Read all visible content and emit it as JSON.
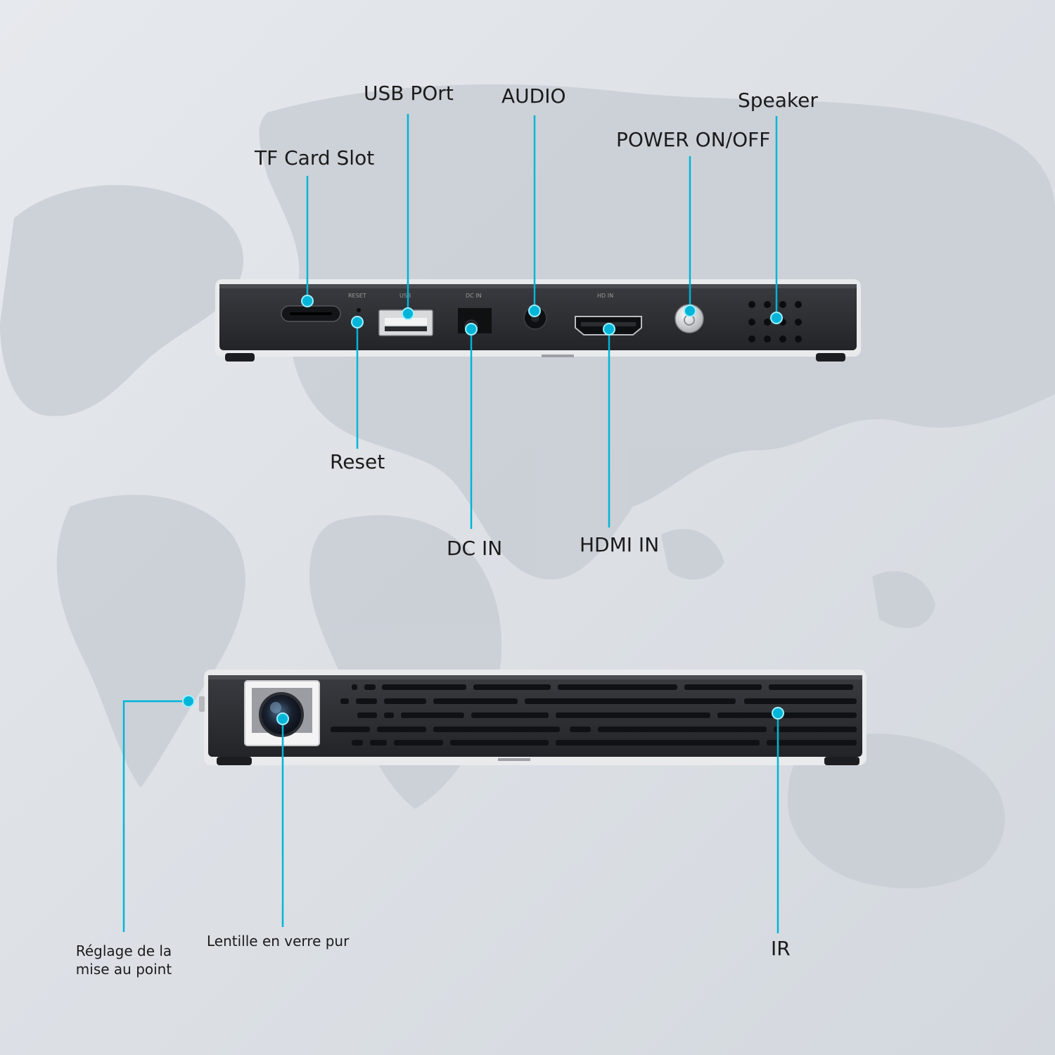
{
  "colors": {
    "background": "#dfe3e8",
    "continent": "#c7ccd3",
    "accent": "#00b5d8",
    "device_body": "#2e2f33",
    "device_trim": "#e9eaec"
  },
  "rear_panel": {
    "silkscreen": {
      "reset": "RESET",
      "usb": "USB",
      "dc": "DC IN",
      "hdmi": "HD IN"
    },
    "callouts": {
      "tf_card": "TF Card Slot",
      "usb": "USB POrt",
      "audio": "AUDIO",
      "power": "POWER ON/OFF",
      "speaker": "Speaker",
      "reset": "Reset",
      "dc_in": "DC IN",
      "hdmi_in": "HDMI IN"
    }
  },
  "front_panel": {
    "callouts": {
      "focus_line1": "Réglage de la",
      "focus_line2": "mise au point",
      "lens": "Lentille en verre pur",
      "ir": "IR"
    }
  }
}
